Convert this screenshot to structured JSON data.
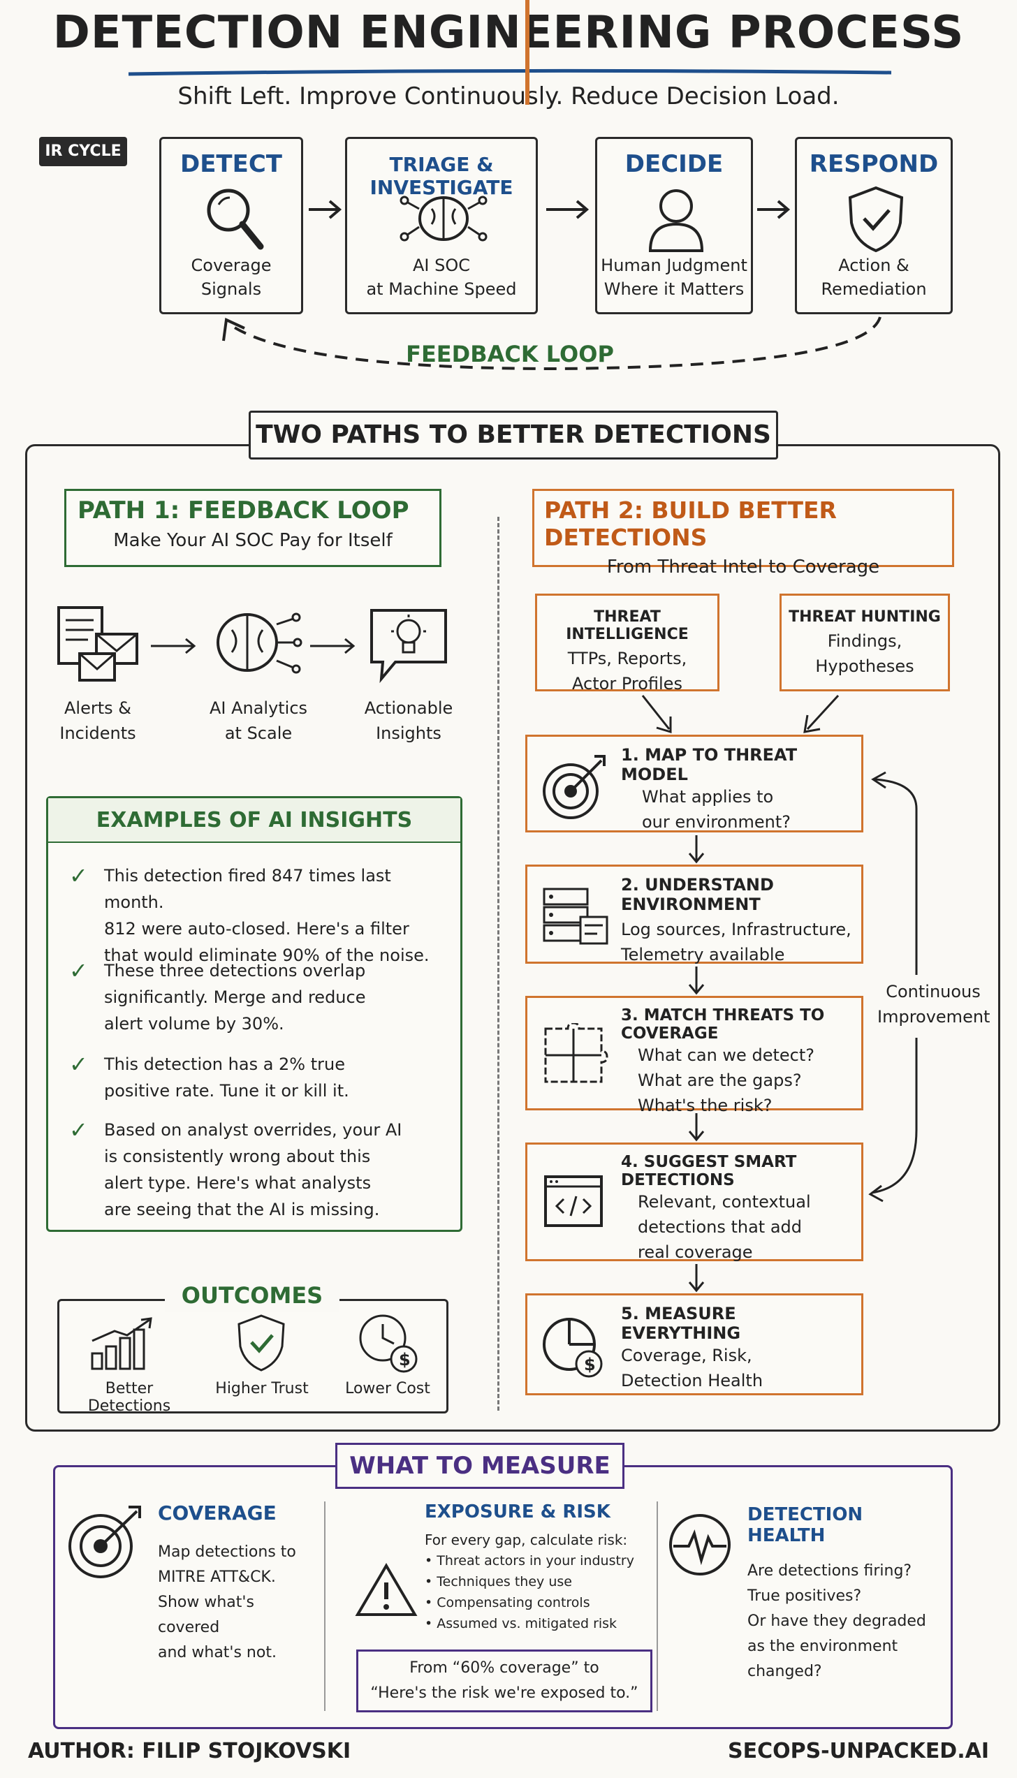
{
  "title": "DETECTION ENGINEERING PROCESS",
  "subtitle": "Shift Left. Improve Continuously. Reduce Decision Load.",
  "ir_cycle": {
    "tag": "IR CYCLE",
    "stages": [
      {
        "title": "DETECT",
        "desc_line1": "Coverage",
        "desc_line2": "Signals"
      },
      {
        "title": "TRIAGE & INVESTIGATE",
        "desc_line1": "AI SOC",
        "desc_line2": "at Machine Speed"
      },
      {
        "title": "DECIDE",
        "desc_line1": "Human Judgment",
        "desc_line2": "Where it Matters"
      },
      {
        "title": "RESPOND",
        "desc_line1": "Action &",
        "desc_line2": "Remediation"
      }
    ],
    "feedback_label": "FEEDBACK LOOP"
  },
  "two_paths_title": "TWO PATHS TO BETTER DETECTIONS",
  "path1": {
    "title": "PATH 1: FEEDBACK LOOP",
    "subtitle": "Make Your AI SOC Pay for Itself",
    "flow": [
      {
        "line1": "Alerts &",
        "line2": "Incidents"
      },
      {
        "line1": "AI Analytics",
        "line2": "at Scale"
      },
      {
        "line1": "Actionable",
        "line2": "Insights"
      }
    ],
    "examples_title": "EXAMPLES OF AI INSIGHTS",
    "examples": [
      {
        "l1": "This detection fired 847 times last month.",
        "l2": "812 were auto-closed. Here's a filter",
        "l3": "that would eliminate 90% of the noise.",
        "l4": ""
      },
      {
        "l1": "These three detections overlap",
        "l2": "significantly. Merge and reduce",
        "l3": "alert volume by 30%.",
        "l4": ""
      },
      {
        "l1": "This detection has a 2% true",
        "l2": "positive rate. Tune it or kill it.",
        "l3": "",
        "l4": ""
      },
      {
        "l1": "Based on analyst overrides, your AI",
        "l2": "is consistently wrong about this",
        "l3": "alert type. Here's what analysts",
        "l4": "are seeing that the AI is missing."
      }
    ],
    "outcomes_title": "OUTCOMES",
    "outcomes": [
      "Better Detections",
      "Higher Trust",
      "Lower Cost"
    ]
  },
  "path2": {
    "title": "PATH 2: BUILD BETTER DETECTIONS",
    "subtitle": "From Threat Intel to Coverage",
    "sources": [
      {
        "title": "THREAT INTELLIGENCE",
        "l1": "TTPs, Reports,",
        "l2": "Actor Profiles"
      },
      {
        "title": "THREAT HUNTING",
        "l1": "Findings,",
        "l2": "Hypotheses"
      }
    ],
    "steps": [
      {
        "title": "1. MAP TO THREAT MODEL",
        "l1": "What applies to",
        "l2": "our environment?",
        "l3": ""
      },
      {
        "title": "2. UNDERSTAND ENVIRONMENT",
        "l1": "Log sources, Infrastructure,",
        "l2": "Telemetry available",
        "l3": ""
      },
      {
        "title": "3. MATCH THREATS TO COVERAGE",
        "l1": "What can we detect?",
        "l2": "What are the gaps?",
        "l3": "What's the risk?"
      },
      {
        "title": "4. SUGGEST SMART DETECTIONS",
        "l1": "Relevant, contextual",
        "l2": "detections that add",
        "l3": "real coverage"
      },
      {
        "title": "5. MEASURE EVERYTHING",
        "l1": "Coverage, Risk,",
        "l2": "Detection Health",
        "l3": ""
      }
    ],
    "loop_label_l1": "Continuous",
    "loop_label_l2": "Improvement"
  },
  "measure": {
    "title": "WHAT TO MEASURE",
    "coverage": {
      "title": "COVERAGE",
      "l1": "Map detections to",
      "l2": "MITRE ATT&CK.",
      "l3": "Show what's covered",
      "l4": "and what's not."
    },
    "exposure": {
      "title": "EXPOSURE & RISK",
      "intro": "For every gap, calculate risk:",
      "bullets": [
        "Threat actors in your industry",
        "Techniques they use",
        "Compensating controls",
        "Assumed vs. mitigated risk"
      ],
      "quote_l1": "From “60% coverage” to",
      "quote_l2": "“Here's the risk we're exposed to.”"
    },
    "health": {
      "title": "DETECTION HEALTH",
      "l1": "Are detections firing?",
      "l2": "True positives?",
      "l3": "Or have they degraded",
      "l4": "as the environment",
      "l5": "changed?"
    }
  },
  "footer": {
    "author": "AUTHOR: FILIP STOJKOVSKI",
    "site": "SECOPS-UNPACKED.AI"
  },
  "colors": {
    "blue": "#1e4f8c",
    "green": "#2e6b34",
    "orange": "#c05a18",
    "purple": "#4a2f82"
  }
}
